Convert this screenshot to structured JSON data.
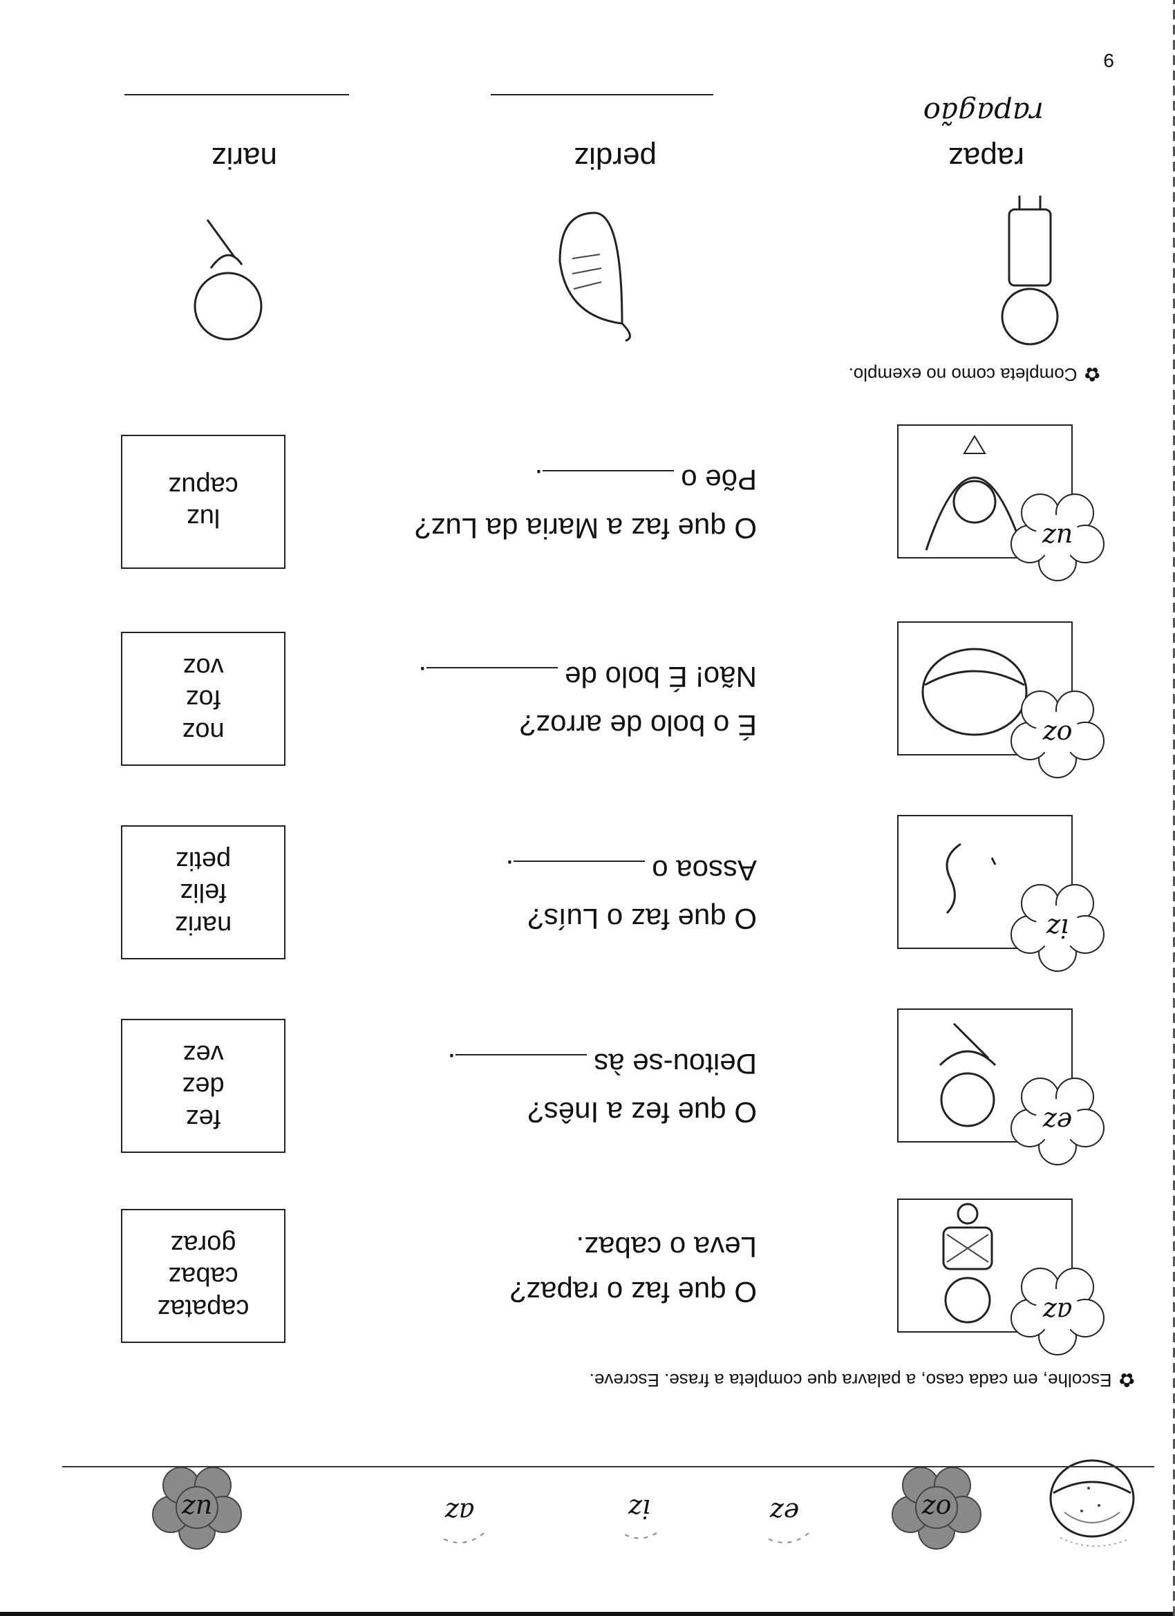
{
  "page_number": "9",
  "header": {
    "labels": [
      "az",
      "ez",
      "iz",
      "oz",
      "uz"
    ]
  },
  "instructions": {
    "choose": "Escolhe, em cada caso, a palavra que completa a frase. Escreve.",
    "complete": "Completa como no exemplo."
  },
  "exercises": [
    {
      "tag": "az",
      "question": "O que faz o rapaz?",
      "answer": "Leva o cabaz.",
      "blank": false,
      "options": [
        "capataz",
        "cabaz",
        "goraz"
      ]
    },
    {
      "tag": "ez",
      "question": "O que fez a Inês?",
      "answer": "Deitou-se às",
      "blank": true,
      "options": [
        "fez",
        "dez",
        "vez"
      ]
    },
    {
      "tag": "iz",
      "question": "O que faz o Luís?",
      "answer": "Assoa o",
      "blank": true,
      "options": [
        "nariz",
        "feliz",
        "petiz"
      ]
    },
    {
      "tag": "oz",
      "question": "É o bolo de arroz?",
      "answer": "Não! É bolo de",
      "blank": true,
      "options": [
        "noz",
        "foz",
        "voz"
      ]
    },
    {
      "tag": "uz",
      "question": "O que faz a Maria da Luz?",
      "answer": "Põe o",
      "blank": true,
      "options": [
        "luz",
        "capuz"
      ]
    }
  ],
  "plurals": [
    {
      "word": "rapaz",
      "example": "rapagão"
    },
    {
      "word": "perdiz",
      "example": ""
    },
    {
      "word": "nariz",
      "example": ""
    }
  ]
}
